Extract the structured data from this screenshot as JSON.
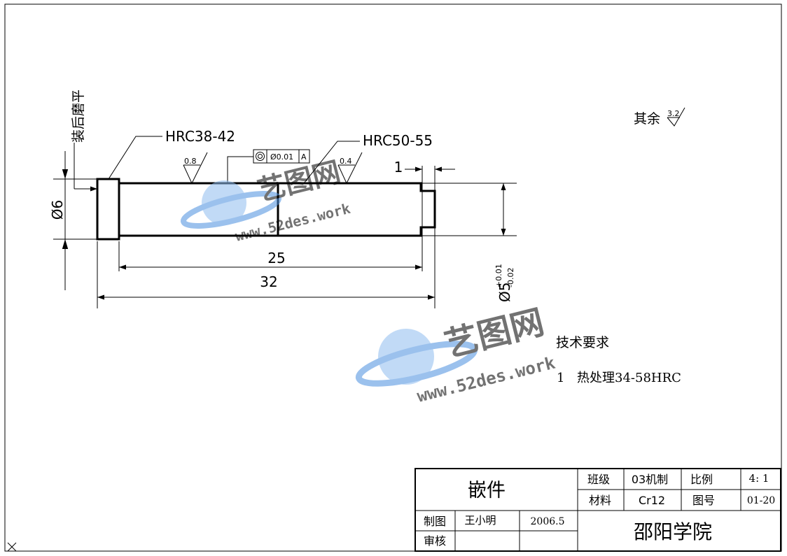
{
  "drawing": {
    "notes": {
      "grind_after_assembly": "装后磨平",
      "other_roughness": "其余",
      "other_roughness_value": "3.2"
    },
    "hardness_labels": {
      "left": "HRC38-42",
      "right": "HRC50-55"
    },
    "roughness": {
      "left": "0.8",
      "right": "0.4"
    },
    "tolerance_frame": {
      "symbol": "concentricity",
      "value": "Ø0.01",
      "datum": "A"
    },
    "dimensions": {
      "left_diameter": "Ø6",
      "length_25": "25",
      "length_32": "32",
      "step_1": "1",
      "right_diameter": "Ø5",
      "right_tol_upper": "+0.01",
      "right_tol_lower": "-0.02"
    },
    "tech_requirements": {
      "title": "技术要求",
      "item1_no": "1",
      "item1_text": "热处理34-58HRC"
    },
    "watermark": {
      "name": "艺图网",
      "url": "www.52des.work"
    }
  },
  "title_block": {
    "part_name": "嵌件",
    "class_label": "班级",
    "class_value": "03机制",
    "scale_label": "比例",
    "scale_value": "4: 1",
    "material_label": "材料",
    "material_value": "Cr12",
    "drawing_no_label": "图号",
    "drawing_no_value": "01-20",
    "drawn_label": "制图",
    "drawn_by": "王小明",
    "date": "2006.5",
    "checked_label": "审核",
    "school": "邵阳学院"
  },
  "colors": {
    "line": "#000000",
    "watermark": "#4a8fe0"
  }
}
